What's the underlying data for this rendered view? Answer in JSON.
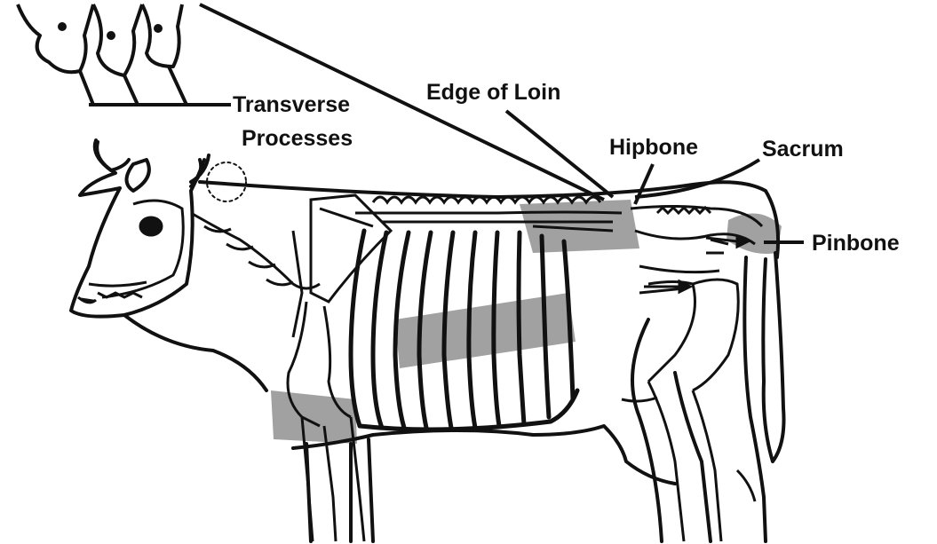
{
  "labels": {
    "transverse_processes_1": "Transverse",
    "transverse_processes_2": "Processes",
    "edge_of_loin": "Edge of Loin",
    "hipbone": "Hipbone",
    "sacrum": "Sacrum",
    "pinbone": "Pinbone"
  },
  "colors": {
    "ink": "#111111",
    "highlight": "#8a8a8a",
    "background": "#ffffff"
  }
}
